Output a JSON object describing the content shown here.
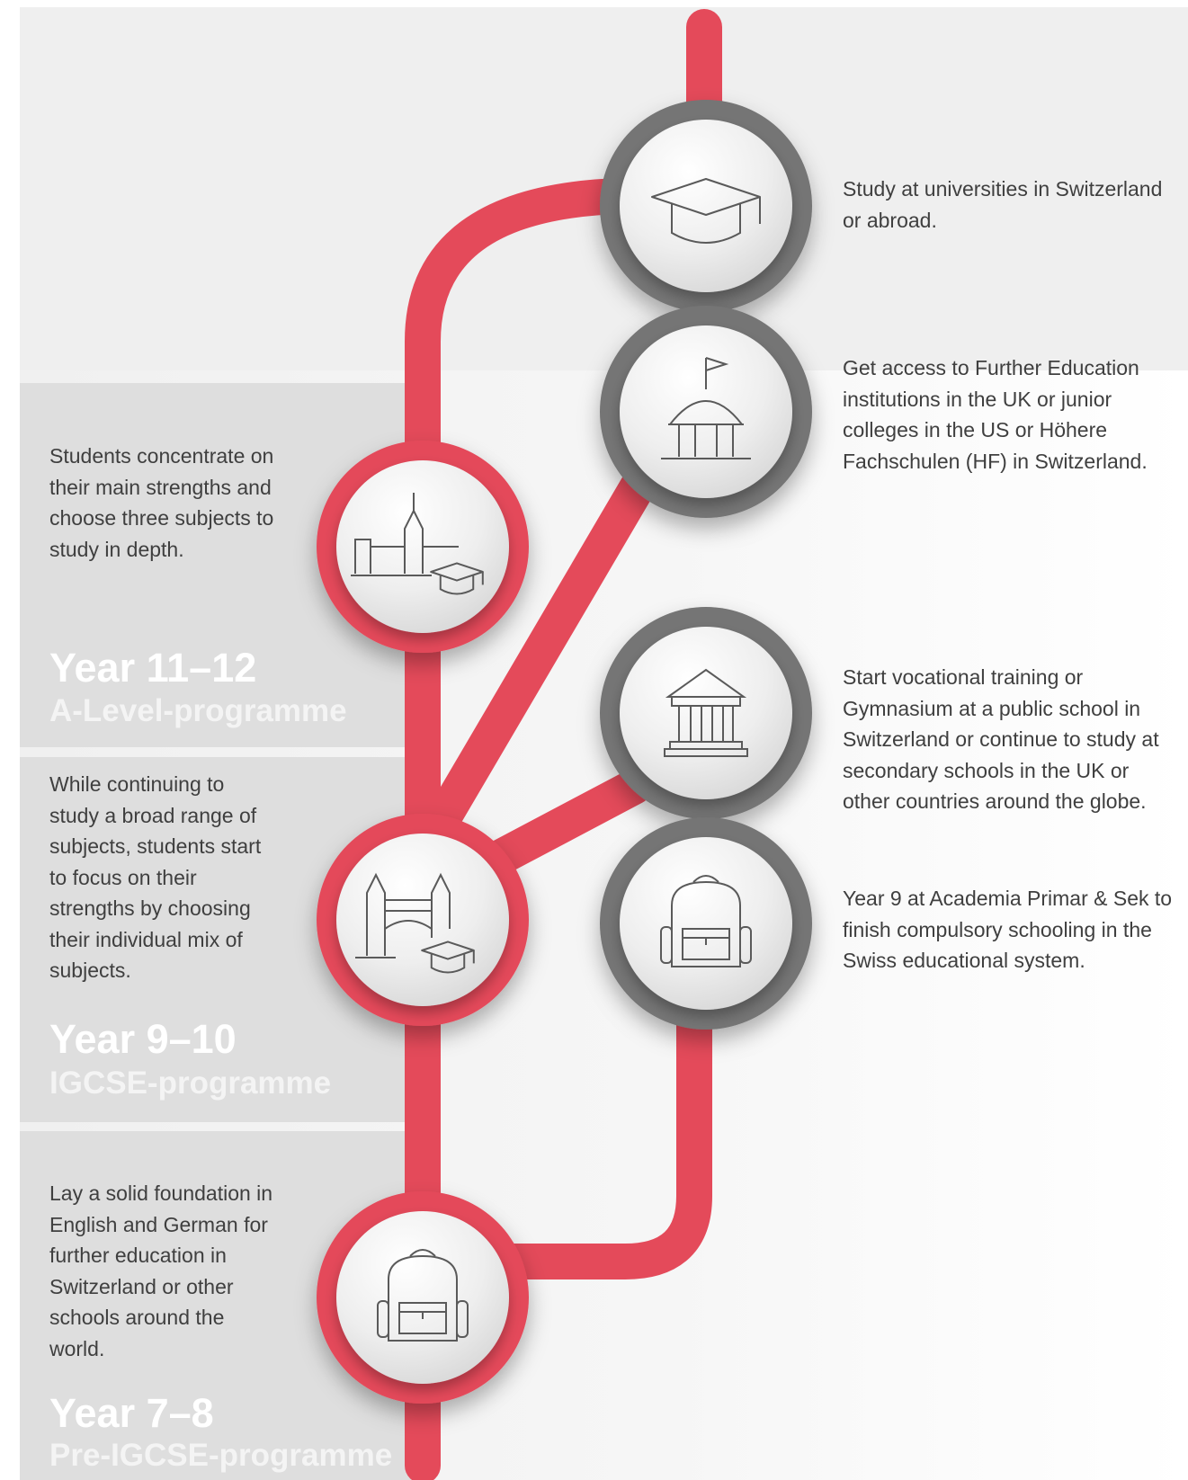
{
  "colors": {
    "track": "#e44a5a",
    "ring_stage": "#e44a5a",
    "ring_outcome": "#747474",
    "panel": "#dedede",
    "page_bg": "#efefef",
    "icon_stroke": "#5a5a5a",
    "text": "#3f3f3f"
  },
  "stages": [
    {
      "id": "year-11-12",
      "year": "Year 11–12",
      "programme": "A-Level-programme",
      "description": "Students concentrate on their main strengths and choose three subjects to study in depth.",
      "icon": "castle-with-graduation-cap-icon"
    },
    {
      "id": "year-9-10",
      "year": "Year 9–10",
      "programme": "IGCSE-programme",
      "description": "While continuing to study a broad range of subjects, students start to focus on their strengths by choosing their individual mix of subjects.",
      "icon": "bridge-with-graduation-cap-icon"
    },
    {
      "id": "year-7-8",
      "year": "Year 7–8",
      "programme": "Pre-IGCSE-programme",
      "description": "Lay a solid foundation in English and German for further education in Switzerland or other schools around the world.",
      "icon": "backpack-icon"
    }
  ],
  "outcomes": [
    {
      "id": "universities",
      "description": "Study at universities in Switzerland or abroad.",
      "icon": "graduation-cap-icon"
    },
    {
      "id": "further-education",
      "description": "Get access to Further Education institutions in the UK or junior colleges in the US or Höhere Fachschulen (HF) in Switzerland.",
      "icon": "domed-building-with-flag-icon"
    },
    {
      "id": "vocational-gymnasium",
      "description": "Start vocational training or Gymnasium at a public school in Switzerland or continue to study at secondary schools in the UK or other countries around the globe.",
      "icon": "classical-building-icon"
    },
    {
      "id": "year-9-academia",
      "description": "Year 9 at Academia Primar & Sek to finish compulsory schooling in the Swiss educational system.",
      "icon": "backpack-icon"
    }
  ]
}
